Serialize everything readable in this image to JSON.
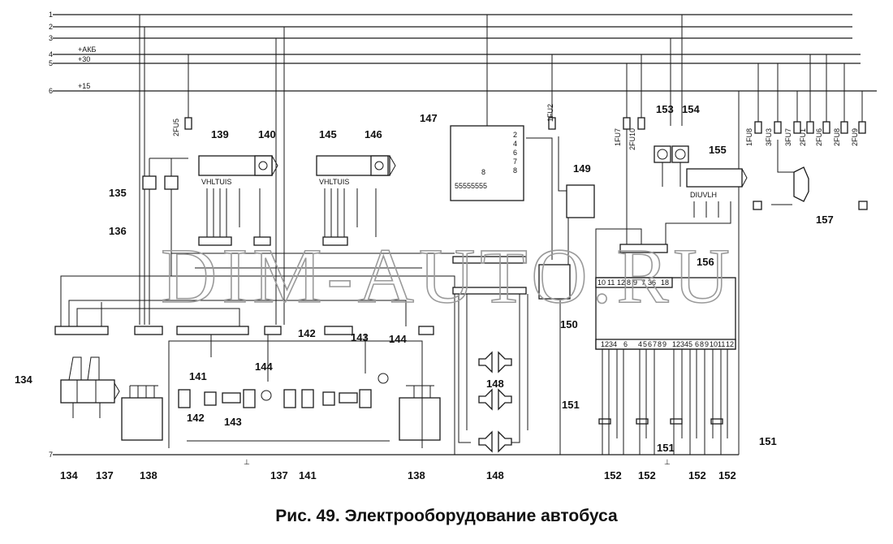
{
  "caption": "Рис. 49. Электрооборудование автобуса",
  "watermark": "DIM-AUTO.RU",
  "bus_lines": [
    {
      "num": "1",
      "label": ""
    },
    {
      "num": "2",
      "label": ""
    },
    {
      "num": "3",
      "label": ""
    },
    {
      "num": "4",
      "label": "+АКБ"
    },
    {
      "num": "5",
      "label": "+30"
    },
    {
      "num": "6",
      "label": "+15"
    },
    {
      "num": "7",
      "label": ""
    }
  ],
  "fuses": [
    "2FU5",
    "1FU2",
    "1FU7",
    "2FU10",
    "1FU8",
    "3FU3",
    "3FU7",
    "2FU1",
    "2FU6",
    "2FU8",
    "2FU9"
  ],
  "component_labels": [
    "134",
    "134",
    "135",
    "136",
    "137",
    "137",
    "138",
    "138",
    "139",
    "140",
    "141",
    "141",
    "142",
    "142",
    "143",
    "143",
    "144",
    "144",
    "145",
    "146",
    "147",
    "148",
    "148",
    "149",
    "150",
    "151",
    "151",
    "151",
    "152",
    "152",
    "152",
    "152",
    "153",
    "154",
    "155",
    "156",
    "157"
  ],
  "connector_pins": {
    "block_139": "VHLTUIS",
    "block_145": "VHLTUIS",
    "block_155": "DIUVLH",
    "block_147_top": "8",
    "block_147_row": "55555555",
    "block_147_side": [
      "2",
      "4",
      "6",
      "7",
      "8"
    ],
    "block_156_top": [
      "10",
      "11",
      "12",
      "8",
      "9",
      "7",
      "36",
      "18"
    ],
    "block_156_bottom": [
      "1234",
      "6",
      "4",
      "5",
      "6",
      "7",
      "8",
      "9",
      "12345",
      "6",
      "8",
      "9",
      "10",
      "11",
      "12"
    ]
  },
  "ground_symbol": "⊥",
  "colors": {
    "ink": "#1a1a1a",
    "paper": "#ffffff",
    "watermark": "#9a9a9a"
  }
}
